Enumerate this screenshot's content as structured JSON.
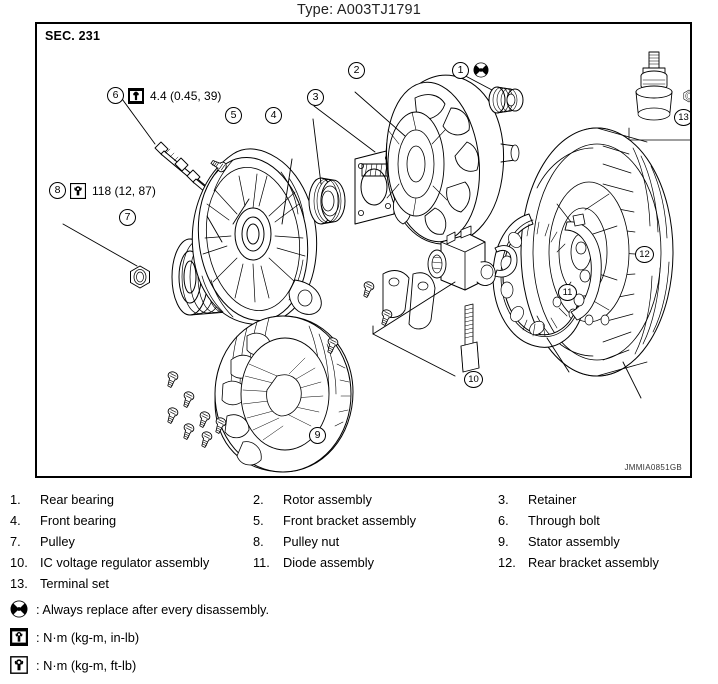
{
  "figure": {
    "title": "Type: A003TJ1791",
    "section_label": "SEC. 231",
    "drawing_id": "JMMIA0851GB"
  },
  "torque_specs": [
    {
      "callout": "6",
      "icon": "torque-in-lb-icon",
      "value": "4.4 (0.45, 39)"
    },
    {
      "callout": "8",
      "icon": "torque-ft-lb-icon",
      "value": "118 (12, 87)"
    }
  ],
  "callouts": [
    {
      "id": "1",
      "label": "1"
    },
    {
      "id": "2",
      "label": "2"
    },
    {
      "id": "3",
      "label": "3"
    },
    {
      "id": "4",
      "label": "4"
    },
    {
      "id": "5",
      "label": "5"
    },
    {
      "id": "7",
      "label": "7"
    },
    {
      "id": "9",
      "label": "9"
    },
    {
      "id": "10",
      "label": "10"
    },
    {
      "id": "11",
      "label": "11"
    },
    {
      "id": "12",
      "label": "12"
    },
    {
      "id": "13",
      "label": "13"
    }
  ],
  "replace_marker": {
    "icon": "x-circle-icon"
  },
  "parts_list": {
    "rows": [
      [
        {
          "num": "1.",
          "name": "Rear bearing"
        },
        {
          "num": "2.",
          "name": "Rotor assembly"
        },
        {
          "num": "3.",
          "name": "Retainer"
        }
      ],
      [
        {
          "num": "4.",
          "name": "Front bearing"
        },
        {
          "num": "5.",
          "name": "Front bracket assembly"
        },
        {
          "num": "6.",
          "name": "Through bolt"
        }
      ],
      [
        {
          "num": "7.",
          "name": "Pulley"
        },
        {
          "num": "8.",
          "name": "Pulley nut"
        },
        {
          "num": "9.",
          "name": "Stator assembly"
        }
      ],
      [
        {
          "num": "10.",
          "name": "IC voltage regulator assembly"
        },
        {
          "num": "11.",
          "name": "Diode assembly"
        },
        {
          "num": "12.",
          "name": "Rear bracket assembly"
        }
      ],
      [
        {
          "num": "13.",
          "name": "Terminal set"
        },
        {
          "num": "",
          "name": ""
        },
        {
          "num": "",
          "name": ""
        }
      ]
    ]
  },
  "legend": {
    "items": [
      {
        "icon": "x-circle-icon",
        "text": ": Always replace after every disassembly."
      },
      {
        "icon": "torque-in-lb-icon",
        "text": ": N·m (kg-m, in-lb)"
      },
      {
        "icon": "torque-ft-lb-icon",
        "text": ": N·m (kg-m, ft-lb)"
      }
    ]
  },
  "colors": {
    "line": "#000000",
    "background": "#ffffff",
    "text": "#000000"
  }
}
